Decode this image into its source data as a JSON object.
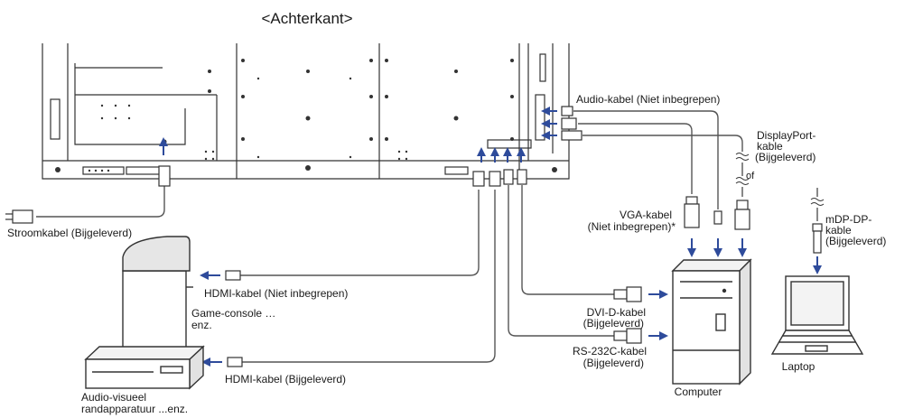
{
  "title": "<Achterkant>",
  "colors": {
    "arrow": "#2e4b9b",
    "line": "#333333",
    "cable": "#555555",
    "white": "#ffffff"
  },
  "labels": {
    "stroomkabel": "Stroomkabel (Bijgeleverd)",
    "audio_kabel": "Audio-kabel (Niet inbegrepen)",
    "displayport_1": "DisplayPort-",
    "displayport_2": "kable",
    "displayport_3": "(Bijgeleverd)",
    "of": "of",
    "vga_1": "VGA-kabel",
    "vga_2": "(Niet inbegrepen)*",
    "mdp_1": "mDP-DP-",
    "mdp_2": "kable",
    "mdp_3": "(Bijgeleverd)",
    "hdmi_1": "HDMI-kabel (Niet inbegrepen)",
    "game_1": "Game-console …",
    "game_2": "enz.",
    "dvi_1": "DVI-D-kabel",
    "dvi_2": "(Bijgeleverd)",
    "rs232_1": "RS-232C-kabel",
    "rs232_2": "(Bijgeleverd)",
    "hdmi_2": "HDMI-kabel (Bijgeleverd)",
    "laptop": "Laptop",
    "computer": "Computer",
    "av_1": "Audio-visueel",
    "av_2": "randapparatuur ...enz."
  },
  "icons": [
    "power-plug-icon",
    "game-console-icon",
    "av-device-icon",
    "computer-tower-icon",
    "laptop-icon",
    "arrow-icon"
  ]
}
